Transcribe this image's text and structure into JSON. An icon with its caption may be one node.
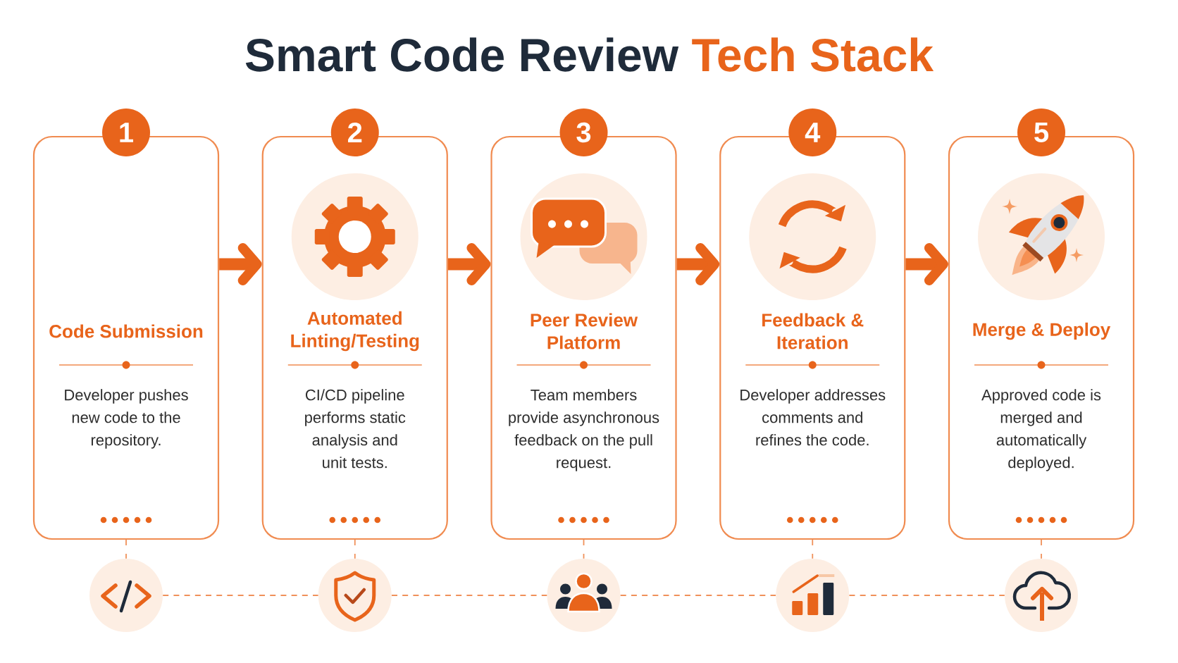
{
  "diagram": {
    "title": "Smart Code Review **Tech Stack**",
    "nodes": [
      {
        "text": [
          "1"
        ]
      },
      {
        "text": [
          "Code Submission",
          "Developer pushes new code to the repository."
        ]
      },
      {
        "text": [
          "2"
        ]
      },
      {
        "text": [
          "Automated Linting/Testing",
          "CI/CD pipeline performs static analysis and unit tests."
        ]
      },
      {
        "text": [
          "3"
        ]
      },
      {
        "text": [
          "Peer Review Platform",
          "Team members provide asynchronous feedback on the pull request."
        ]
      },
      {
        "text": [
          "4"
        ]
      },
      {
        "text": [
          "Feedback & Iteration",
          "Developer addresses comments and refines the code."
        ]
      },
      {
        "text": [
          "5"
        ]
      },
      {
        "text": [
          "Merge & Deploy",
          "Approved code is merged and automatically deployed."
        ]
      },
      {
        "text": [],
        "shape": "circle"
      },
      {
        "text": [],
        "shape": "circle"
      },
      {
        "text": [],
        "shape": "circle"
      },
      {
        "text": [],
        "shape": "circle"
      },
      {
        "text": [],
        "shape": "circle"
      }
    ],
    "edges": [
      {
        "from": 1,
        "to": 3,
        "arrow": "to",
        "style": "thick"
      },
      {
        "from": 3,
        "to": 5,
        "arrow": "to",
        "style": "thick"
      },
      {
        "from": 5,
        "to": 7,
        "arrow": "to",
        "style": "thick"
      },
      {
        "from": 7,
        "to": 9,
        "arrow": "to",
        "style": "thick"
      },
      {
        "from": 1,
        "to": 10,
        "arrow": "none",
        "style": "dashed"
      },
      {
        "from": 3,
        "to": 11,
        "arrow": "none",
        "style": "dashed"
      },
      {
        "from": 5,
        "to": 12,
        "arrow": "none",
        "style": "dashed"
      },
      {
        "from": 7,
        "to": 13,
        "arrow": "none",
        "style": "dashed"
      },
      {
        "from": 9,
        "to": 14,
        "arrow": "none",
        "style": "dashed"
      },
      {
        "from": 10,
        "to": 11,
        "arrow": "none",
        "style": "dashed"
      },
      {
        "from": 11,
        "to": 12,
        "arrow": "none",
        "style": "dashed"
      },
      {
        "from": 12,
        "to": 13,
        "arrow": "none",
        "style": "dashed"
      },
      {
        "from": 13,
        "to": 14,
        "arrow": "none",
        "style": "dashed"
      }
    ]
  }
}
